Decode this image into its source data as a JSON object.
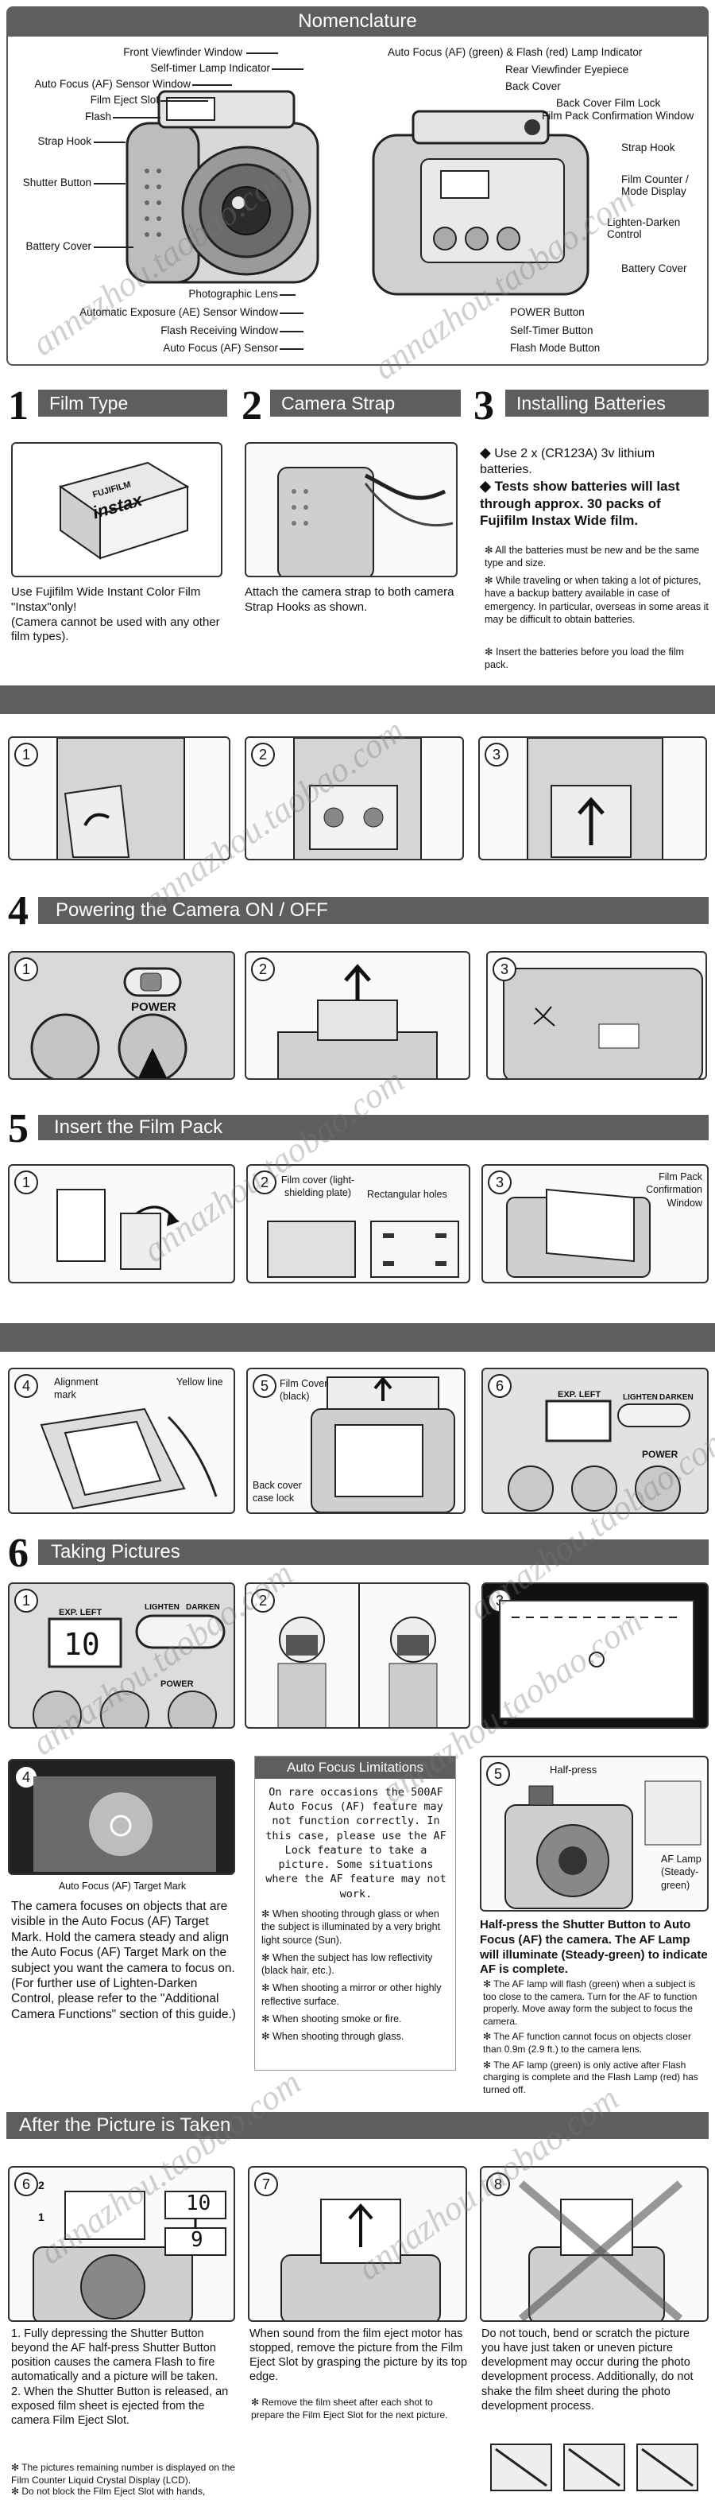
{
  "title": "Nomenclature",
  "watermark": "annazhou.taobao.com",
  "front_labels": {
    "front_viewfinder": "Front Viewfinder Window",
    "self_timer_lamp": "Self-timer Lamp Indicator",
    "af_sensor_window": "Auto Focus (AF) Sensor Window",
    "film_eject_slot": "Film Eject Slot",
    "flash": "Flash",
    "strap_hook": "Strap Hook",
    "shutter_button": "Shutter Button",
    "battery_cover": "Battery Cover",
    "photographic_lens": "Photographic Lens",
    "ae_sensor_window": "Automatic Exposure (AE) Sensor Window",
    "flash_receiving": "Flash Receiving Window",
    "af_sensor": "Auto Focus (AF) Sensor"
  },
  "back_labels": {
    "af_lamp": "Auto Focus (AF) (green) & Flash (red) Lamp Indicator",
    "rear_viewfinder": "Rear Viewfinder Eyepiece",
    "back_cover": "Back Cover",
    "back_cover_lock": "Back Cover Film Lock",
    "film_pack_window": "Film Pack Confirmation Window",
    "strap_hook": "Strap Hook",
    "film_counter": "Film Counter / Mode Display",
    "lighten_darken": "Lighten-Darken Control",
    "battery_cover": "Battery Cover",
    "power_button": "POWER Button",
    "self_timer_button": "Self-Timer Button",
    "flash_mode_button": "Flash Mode Button"
  },
  "sections": {
    "s1": {
      "num": "1",
      "title": "Film Type"
    },
    "s2": {
      "num": "2",
      "title": "Camera Strap"
    },
    "s3": {
      "num": "3",
      "title": "Installing Batteries"
    },
    "s4": {
      "num": "4",
      "title": "Powering the Camera ON / OFF"
    },
    "s5": {
      "num": "5",
      "title": "Insert the Film Pack"
    },
    "s6": {
      "num": "6",
      "title": "Taking Pictures"
    },
    "after": {
      "title": "After the Picture is Taken"
    }
  },
  "film_type": {
    "box_brand": "FUJIFILM",
    "box_name": "instax",
    "text": "Use Fujifilm Wide Instant Color Film \"Instax\"only!\n(Camera cannot be used with any other film types)."
  },
  "strap": {
    "text": "Attach the camera strap to both camera Strap Hooks as shown."
  },
  "batteries": {
    "b1": "Use 2 x (CR123A) 3v lithium batteries.",
    "b2": "Tests show batteries will last through approx. 30 packs of Fujifilm Instax Wide film.",
    "n1": "All the batteries must be new and be the same type and size.",
    "n2": "While traveling or when taking a lot of pictures, have a backup battery available in case of emergency. In particular, overseas in some areas it may be difficult to obtain batteries.",
    "n3": "Insert the batteries before you load the film pack."
  },
  "steps": {
    "one": "1",
    "two": "2",
    "three": "3",
    "four": "4",
    "five": "5",
    "six": "6",
    "seven": "7",
    "eight": "8"
  },
  "power": {
    "label": "POWER"
  },
  "film_pack": {
    "film_cover": "Film cover (light-shielding plate)",
    "rect_holes": "Rectangular holes",
    "confirm_window": "Film Pack Confirmation Window",
    "alignment_mark": "Alignment mark",
    "yellow_line": "Yellow line",
    "film_cover_black": "Film Cover (black)",
    "back_cover_lock": "Back cover case lock",
    "exp_left": "EXP. LEFT",
    "lighten": "LIGHTEN",
    "darken": "DARKEN",
    "power": "POWER"
  },
  "taking": {
    "counter": "10",
    "exp_left": "EXP. LEFT",
    "lighten": "LIGHTEN",
    "darken": "DARKEN",
    "power": "POWER",
    "af_target_caption": "Auto Focus (AF) Target Mark",
    "af_text": "The camera focuses on objects that are visible in the Auto Focus (AF) Target Mark. Hold the camera steady and align the Auto Focus (AF) Target Mark on the subject you want the camera to focus on. (For further use of Lighten-Darken Control, please refer to the \"Additional Camera Functions\" section of this guide.)",
    "af_limit_title": "Auto Focus Limitations",
    "af_limit_text": "On rare occasions the 500AF Auto Focus (AF) feature may not function correctly. In this case, please use the AF Lock feature to take a picture. Some situations where the AF feature may not work.",
    "af_limit_items": [
      "When shooting through glass or when the subject is illuminated by a very bright light source (Sun).",
      "When the subject has low reflectivity (black hair, etc.).",
      "When shooting a mirror or other highly reflective surface.",
      "When shooting smoke or fire.",
      "When shooting through glass."
    ],
    "half_press": "Half-press",
    "af_lamp": "AF Lamp (Steady-green)",
    "half_text": "Half-press the Shutter Button to Auto Focus (AF) the camera. The AF Lamp will illuminate (Steady-green) to indicate AF is complete.",
    "half_notes": [
      "The AF lamp will flash (green) when a subject is too close to the camera. Turn for the AF to function properly. Move away form the subject to focus the camera.",
      "The AF function cannot focus on objects closer than 0.9m (2.9 ft.) to the camera lens.",
      "The AF lamp (green) is only active after Flash charging is complete and the Flash Lamp (red) has turned off."
    ]
  },
  "after": {
    "counter_top": "10",
    "counter_bottom": "9",
    "arrow_2": "2",
    "arrow_1": "1",
    "t6": "1. Fully depressing the Shutter Button beyond the AF half-press Shutter Button position causes the camera Flash to fire automatically and a picture will be taken.\n2. When the Shutter Button is released, an exposed film sheet is ejected from the camera Film Eject Slot.",
    "n6a": "The pictures remaining number is displayed on the Film Counter Liquid Crystal Display (LCD).",
    "n6b": "Do not block the Film Eject Slot with hands,",
    "t7": "When sound from the film eject motor has stopped, remove the picture from the Film Eject Slot by grasping the picture by its top edge.",
    "n7": "Remove the film sheet after each shot to prepare the Film Eject Slot for the next picture.",
    "t8": "Do not touch, bend or scratch the picture you have just taken or uneven picture development may occur during the photo development process. Additionally, do not shake the film sheet during the photo development process."
  }
}
